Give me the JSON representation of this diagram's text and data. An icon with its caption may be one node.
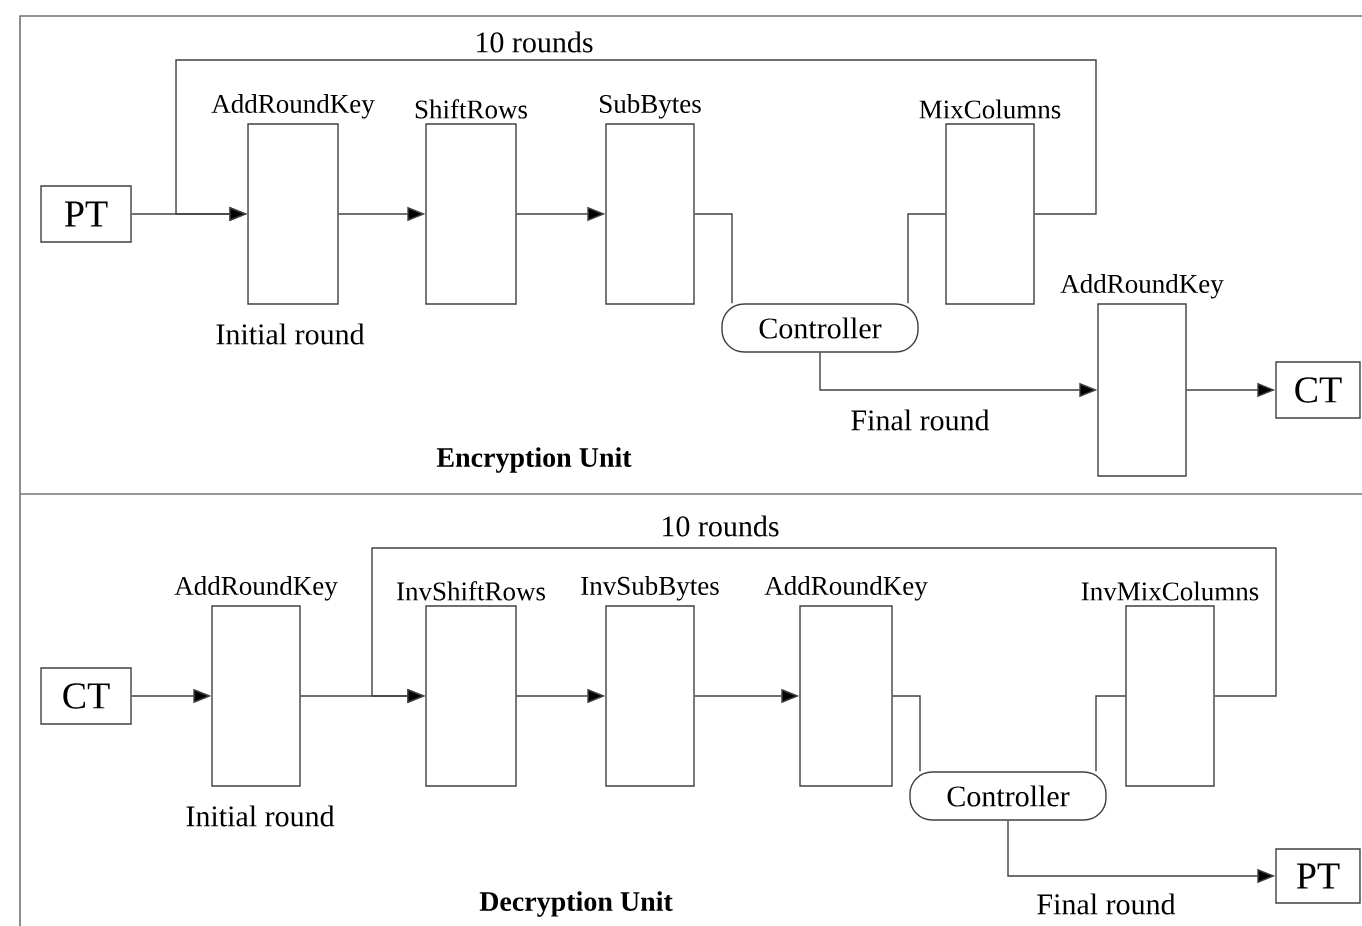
{
  "diagram": {
    "nodes": [
      {
        "text": [
          "PT"
        ]
      },
      {
        "text": [
          "AddRoundKey"
        ],
        "beside": [
          "Initial round"
        ]
      },
      {
        "text": [
          "ShiftRows"
        ]
      },
      {
        "text": [
          "SubBytes"
        ]
      },
      {
        "text": [
          "MixColumns"
        ]
      },
      {
        "text": [
          "Controller"
        ]
      },
      {
        "text": [
          "AddRoundKey"
        ]
      },
      {
        "text": [
          "CT"
        ]
      },
      {
        "text": [
          "CT"
        ]
      },
      {
        "text": [
          "AddRoundKey"
        ],
        "beside": [
          "Initial round"
        ]
      },
      {
        "text": [
          "InvShiftRows"
        ]
      },
      {
        "text": [
          "InvSubBytes"
        ]
      },
      {
        "text": [
          "AddRoundKey"
        ]
      },
      {
        "text": [
          "InvMixColumns"
        ]
      },
      {
        "text": [
          "Controller"
        ]
      },
      {
        "text": [
          "PT"
        ]
      }
    ],
    "edges": [
      {
        "from": 0,
        "to": 1,
        "arrow": "to"
      },
      {
        "from": 1,
        "to": 2,
        "arrow": "to"
      },
      {
        "from": 2,
        "to": 3,
        "arrow": "to"
      },
      {
        "from": 3,
        "to": 5,
        "arrow": "none"
      },
      {
        "from": 5,
        "to": 4,
        "arrow": "none"
      },
      {
        "from": 4,
        "to": 1,
        "arrow": "to",
        "label": "10 rounds"
      },
      {
        "from": 5,
        "to": 6,
        "arrow": "to",
        "label": "Final round"
      },
      {
        "from": 6,
        "to": 7,
        "arrow": "to"
      },
      {
        "from": 8,
        "to": 9,
        "arrow": "to"
      },
      {
        "from": 9,
        "to": 10,
        "arrow": "to"
      },
      {
        "from": 10,
        "to": 11,
        "arrow": "to"
      },
      {
        "from": 11,
        "to": 12,
        "arrow": "to"
      },
      {
        "from": 12,
        "to": 14,
        "arrow": "none"
      },
      {
        "from": 14,
        "to": 13,
        "arrow": "none"
      },
      {
        "from": 13,
        "to": 10,
        "arrow": "to",
        "label": "10 rounds"
      },
      {
        "from": 14,
        "to": 15,
        "arrow": "to",
        "label": "Final round"
      }
    ],
    "labels": [
      "Encryption Unit",
      "Decryption Unit"
    ]
  }
}
